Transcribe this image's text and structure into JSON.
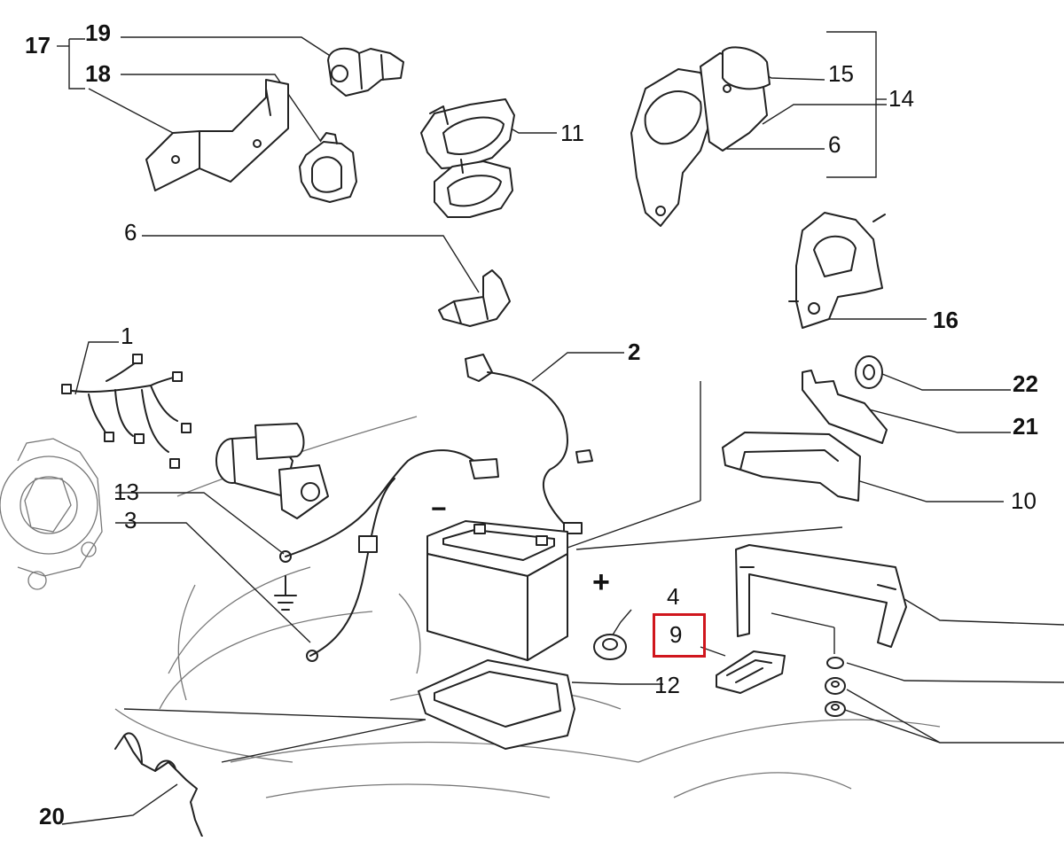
{
  "callouts": {
    "c1": "1",
    "c2": "2",
    "c3": "3",
    "c4": "4",
    "c6a": "6",
    "c6b": "6",
    "c9": "9",
    "c10": "10",
    "c11": "11",
    "c12": "12",
    "c13": "13",
    "c14": "14",
    "c15": "15",
    "c16": "16",
    "c17": "17",
    "c18": "18",
    "c19": "19",
    "c20": "20",
    "c21": "21",
    "c22": "22"
  },
  "symbols": {
    "minus": "−",
    "plus": "+"
  },
  "highlight": {
    "callout": "9",
    "color": "#d0161d"
  }
}
